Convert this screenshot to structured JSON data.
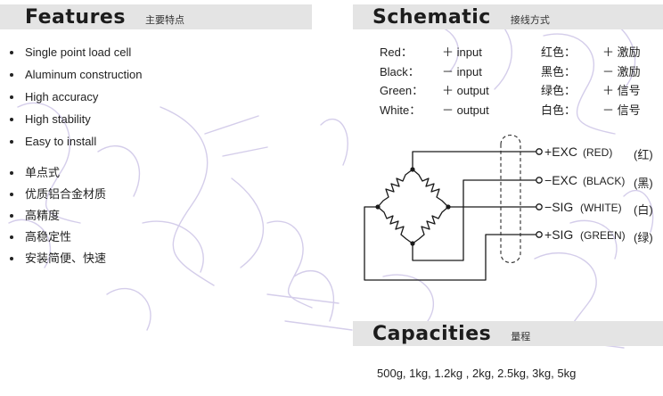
{
  "features": {
    "title": "Features",
    "subtitle": "主要特点",
    "english_items": [
      "Single point load cell",
      "Aluminum construction",
      "High accuracy",
      "High stability",
      "Easy to install"
    ],
    "chinese_items": [
      "单点式",
      "优质铝合金材质",
      "高精度",
      "高稳定性",
      "安装简便、快速"
    ]
  },
  "schematic": {
    "title": "Schematic",
    "subtitle": "接线方式",
    "wires": [
      {
        "color_en": "Red：",
        "signal_en": "＋ input",
        "color_zh": "红色：",
        "signal_zh": "＋ 激励"
      },
      {
        "color_en": "Black：",
        "signal_en": "－ input",
        "color_zh": "黑色：",
        "signal_zh": "－ 激励"
      },
      {
        "color_en": "Green：",
        "signal_en": "＋ output",
        "color_zh": "绿色：",
        "signal_zh": "＋ 信号"
      },
      {
        "color_en": "White：",
        "signal_en": "－ output",
        "color_zh": "白色：",
        "signal_zh": "－ 信号"
      }
    ],
    "terminals": [
      {
        "sign": "+",
        "name": "EXC",
        "paren_en": "(RED)",
        "paren_zh": "(红)"
      },
      {
        "sign": "−",
        "name": "EXC",
        "paren_en": "(BLACK)",
        "paren_zh": "(黑)"
      },
      {
        "sign": "−",
        "name": "SIG",
        "paren_en": "(WHITE)",
        "paren_zh": "(白)"
      },
      {
        "sign": "+",
        "name": "SIG",
        "paren_en": "(GREEN)",
        "paren_zh": "(绿)"
      }
    ]
  },
  "capacities": {
    "title": "Capacities",
    "subtitle": "量程",
    "values": "500g, 1kg, 1.2kg , 2kg, 2.5kg, 3kg, 5kg"
  },
  "colors": {
    "header_bg": "#e4e4e4",
    "watermark": "#c9c2e6"
  }
}
